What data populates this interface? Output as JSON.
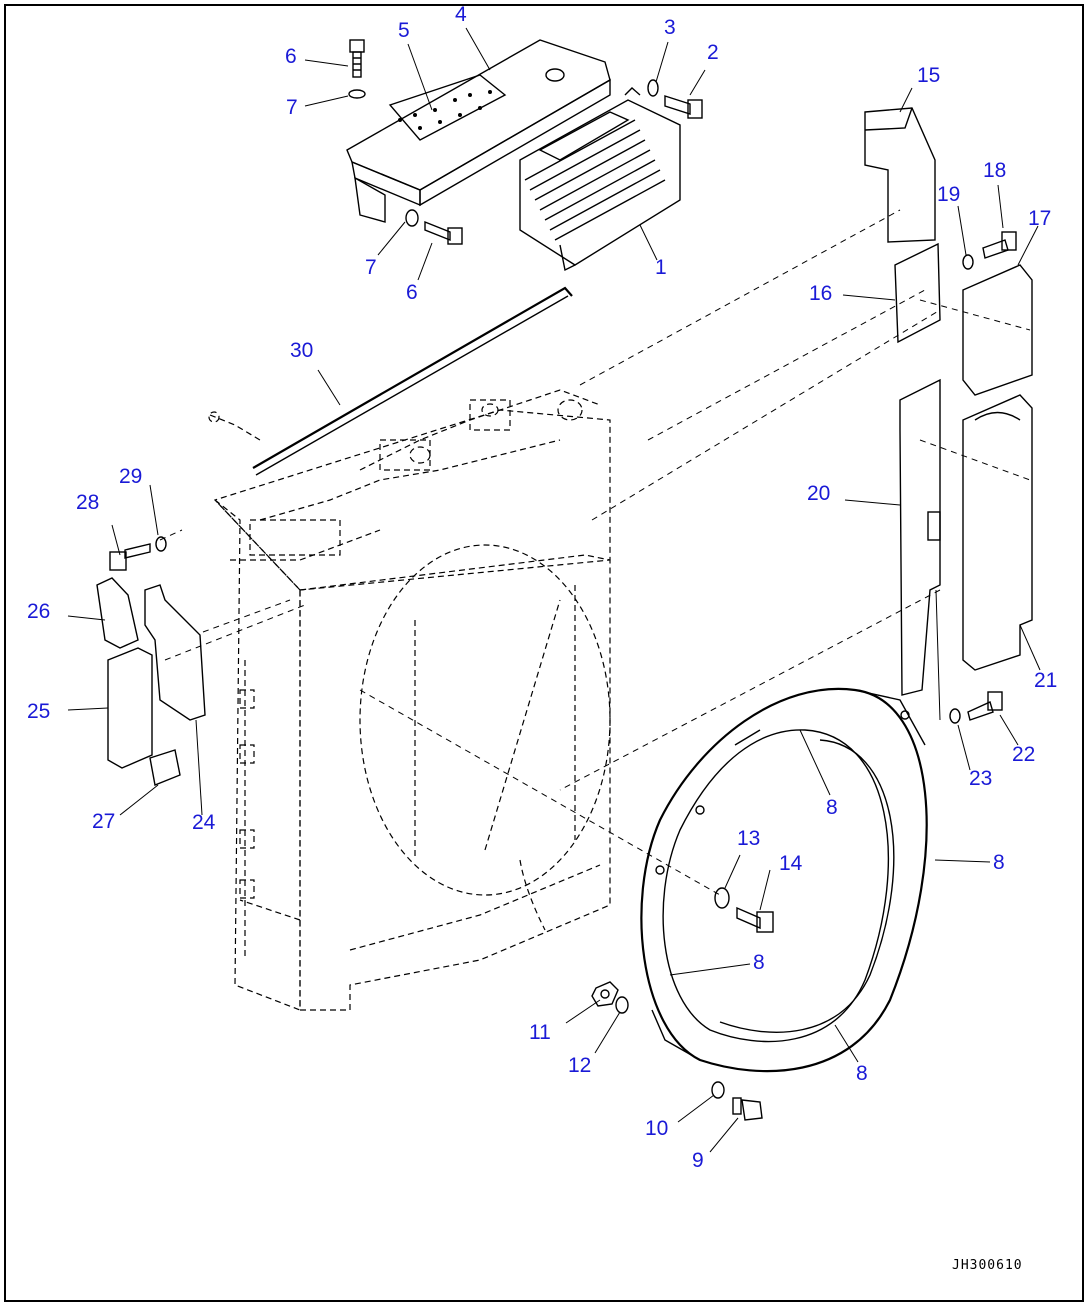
{
  "callouts": [
    {
      "label": "1"
    },
    {
      "label": "2"
    },
    {
      "label": "3"
    },
    {
      "label": "4"
    },
    {
      "label": "5"
    },
    {
      "label": "6"
    },
    {
      "label": "6"
    },
    {
      "label": "7"
    },
    {
      "label": "7"
    },
    {
      "label": "8"
    },
    {
      "label": "8"
    },
    {
      "label": "8"
    },
    {
      "label": "8"
    },
    {
      "label": "9"
    },
    {
      "label": "10"
    },
    {
      "label": "11"
    },
    {
      "label": "12"
    },
    {
      "label": "13"
    },
    {
      "label": "14"
    },
    {
      "label": "15"
    },
    {
      "label": "16"
    },
    {
      "label": "17"
    },
    {
      "label": "18"
    },
    {
      "label": "19"
    },
    {
      "label": "20"
    },
    {
      "label": "21"
    },
    {
      "label": "22"
    },
    {
      "label": "23"
    },
    {
      "label": "24"
    },
    {
      "label": "25"
    },
    {
      "label": "26"
    },
    {
      "label": "27"
    },
    {
      "label": "28"
    },
    {
      "label": "29"
    },
    {
      "label": "30"
    }
  ],
  "reference_code": "JH300610",
  "colors": {
    "callout": "#1a1ad6",
    "line": "#000000",
    "background": "#ffffff"
  }
}
